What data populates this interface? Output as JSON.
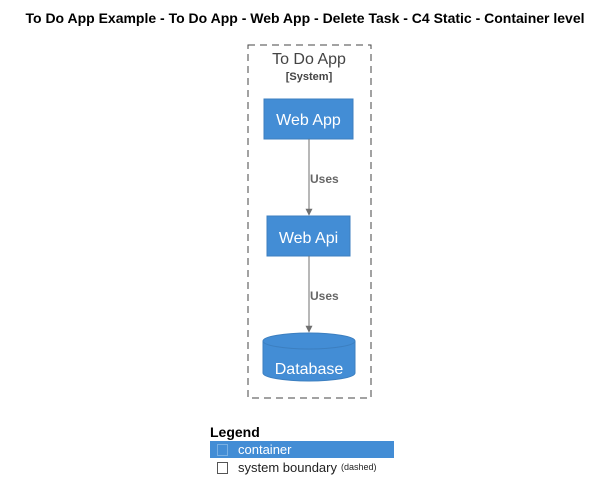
{
  "title": "To Do App Example - To Do App - Web App - Delete Task - C4 Static - Container level",
  "boundary": {
    "name": "To Do App",
    "type": "[System]"
  },
  "nodes": {
    "web_app": {
      "label": "Web App"
    },
    "web_api": {
      "label": "Web Api"
    },
    "database": {
      "label": "Database"
    }
  },
  "edges": [
    {
      "from": "Web App",
      "to": "Web Api",
      "label": "Uses"
    },
    {
      "from": "Web Api",
      "to": "Database",
      "label": "Uses"
    }
  ],
  "legend": {
    "title": "Legend",
    "items": [
      {
        "label": "container",
        "note": ""
      },
      {
        "label": "system boundary",
        "note": "(dashed)"
      }
    ]
  },
  "colors": {
    "container_fill": "#438dd5",
    "boundary_stroke": "#444444",
    "arrow": "#707070",
    "label_text": "#ffffff"
  }
}
